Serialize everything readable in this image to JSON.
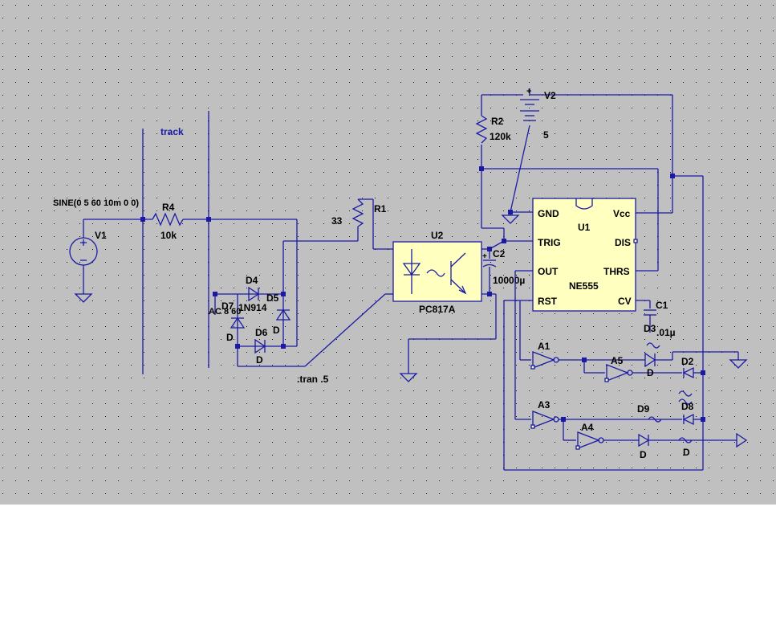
{
  "colors": {
    "background": "#c0c0c0",
    "wire": "#1a1aa6",
    "ic_fill": "#ffffc0",
    "grid_dot": "#000000",
    "bottom": "#ffffff"
  },
  "labels": {
    "sine": "SINE(0 5 60 10m 0 0)",
    "v1": "V1",
    "r4": "R4",
    "r4_val": "10k",
    "track": "track",
    "r1": "R1",
    "r1_val": "33",
    "d4": "D4",
    "d4_val": "1N914",
    "d5": "D5",
    "d5_val": "D",
    "d7": "D7",
    "d7_val": "D",
    "ac": "AC 8 60",
    "d6": "D6",
    "d6_val": "D",
    "tran": ".tran .5",
    "u2": "U2",
    "u2_val": "PC817A",
    "c2": "C2",
    "c2_val": "10000µ",
    "r2": "R2",
    "r2_val": "120k",
    "v2": "V2",
    "v2_val": "5",
    "u1": "U1",
    "u1_val": "NE555",
    "pin_gnd": "GND",
    "pin_vcc": "Vcc",
    "pin_trig": "TRIG",
    "pin_dis": "DIS",
    "pin_out": "OUT",
    "pin_thrs": "THRS",
    "pin_rst": "RST",
    "pin_cv": "CV",
    "c1": "C1",
    "c1_val": ".01µ",
    "d3": "D3",
    "a1": "A1",
    "a5": "A5",
    "a5_d": "D",
    "d2": "D2",
    "a3": "A3",
    "d8": "D8",
    "d9": "D9",
    "a4": "A4",
    "a4_d": "D",
    "d8_val": "D"
  }
}
